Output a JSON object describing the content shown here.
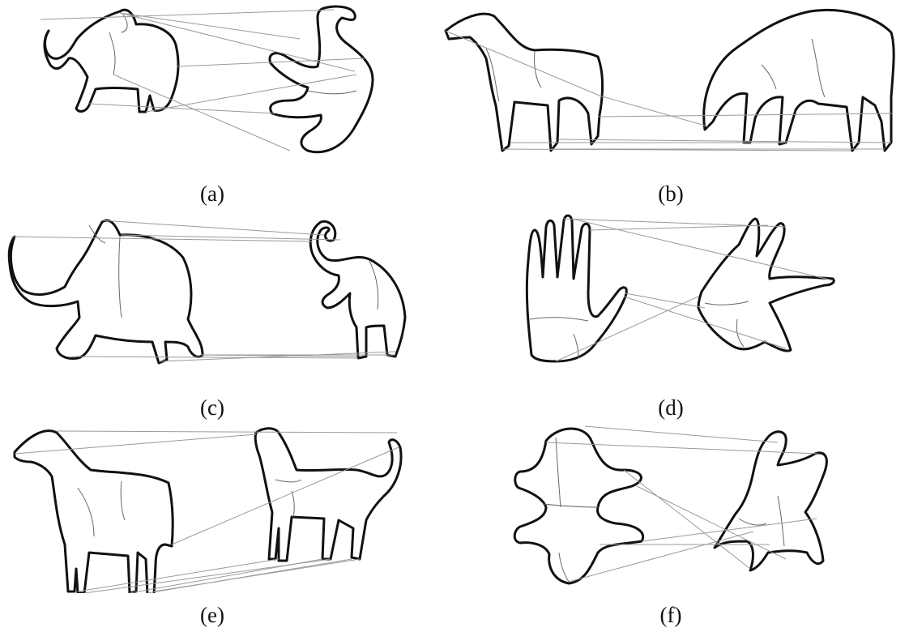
{
  "figure": {
    "panels": [
      {
        "label": "(a)",
        "left_shape": "elephant-outline",
        "right_shape": "elephant-outline-rotated"
      },
      {
        "label": "(b)",
        "left_shape": "horse-outline",
        "right_shape": "horse-outline-grazing"
      },
      {
        "label": "(c)",
        "left_shape": "elephant-outline",
        "right_shape": "elephant-outline-rearing"
      },
      {
        "label": "(d)",
        "left_shape": "hand-outline",
        "right_shape": "hand-outline-rotated"
      },
      {
        "label": "(e)",
        "left_shape": "horse-outline",
        "right_shape": "cat-outline"
      },
      {
        "label": "(f)",
        "left_shape": "tetrapod-shape-outline",
        "right_shape": "tetrapod-shape-outline-rotated"
      }
    ]
  }
}
